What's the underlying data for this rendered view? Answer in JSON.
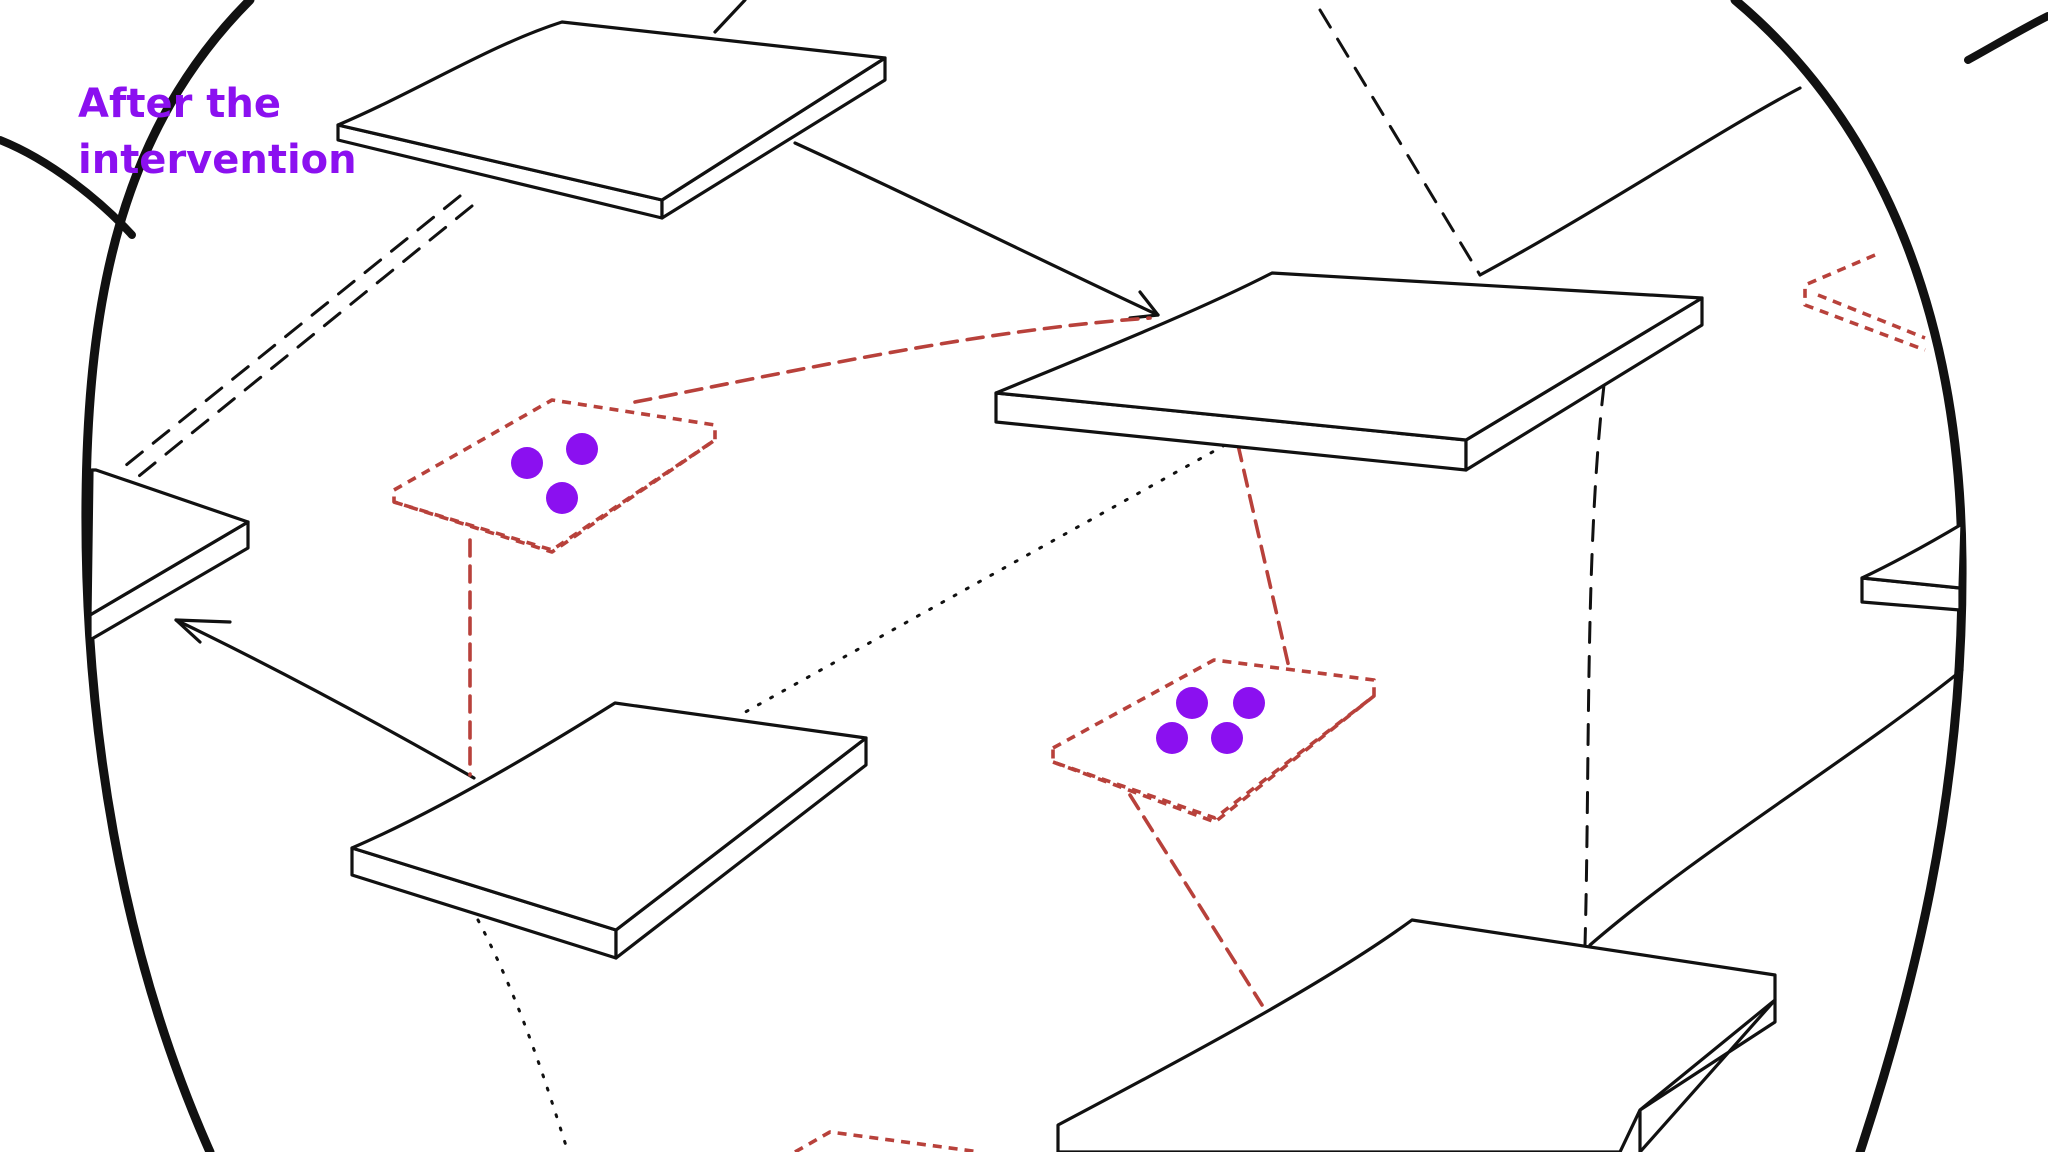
{
  "title": {
    "line1": "After the",
    "line2": "intervention"
  },
  "colors": {
    "title": "#8b10f0",
    "ink": "#111111",
    "ghost": "#b8413b",
    "dots": "#8b10f0",
    "background": "#ffffff"
  },
  "ghost_plates": [
    {
      "name": "ghost-plate-upper-left",
      "dot_count": 3
    },
    {
      "name": "ghost-plate-center",
      "dot_count": 4
    }
  ]
}
